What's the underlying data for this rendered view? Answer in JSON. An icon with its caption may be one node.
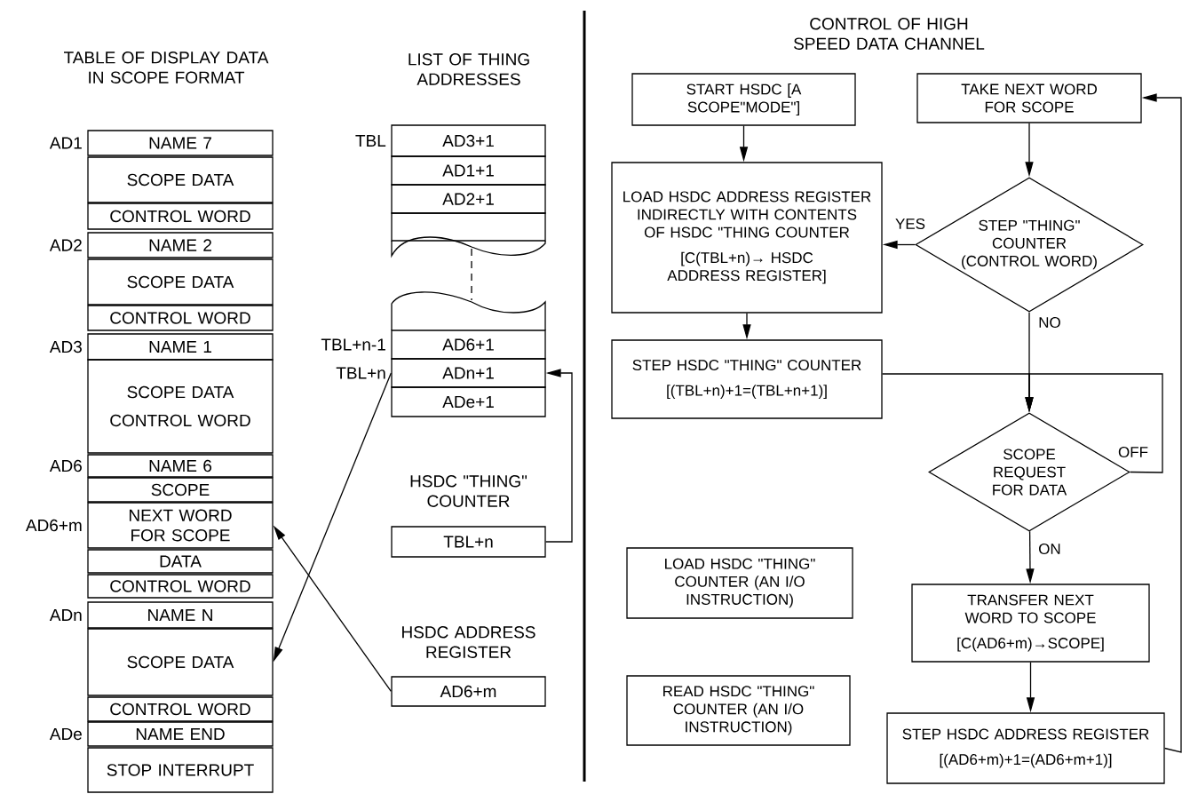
{
  "diagram": {
    "nodes": [
      {
        "text": [
          "NAME 7"
        ],
        "beside": [
          "AD1"
        ]
      },
      {
        "text": [
          "SCOPE DATA"
        ]
      },
      {
        "text": [
          "CONTROL WORD"
        ]
      },
      {
        "text": [
          "NAME 2"
        ],
        "beside": [
          "AD2"
        ]
      },
      {
        "text": [
          "SCOPE DATA"
        ]
      },
      {
        "text": [
          "CONTROL WORD"
        ]
      },
      {
        "text": [
          "NAME 1"
        ],
        "beside": [
          "AD3"
        ]
      },
      {
        "text": [
          "SCOPE DATA",
          "CONTROL WORD"
        ]
      },
      {
        "text": [
          "NAME 6"
        ],
        "beside": [
          "AD6"
        ]
      },
      {
        "text": [
          "SCOPE"
        ]
      },
      {
        "text": [
          "NEXT WORD FOR SCOPE"
        ],
        "beside": [
          "AD6+m"
        ]
      },
      {
        "text": [
          "DATA"
        ]
      },
      {
        "text": [
          "CONTROL WORD"
        ]
      },
      {
        "text": [
          "NAME N"
        ],
        "beside": [
          "ADn"
        ]
      },
      {
        "text": [
          "SCOPE DATA"
        ]
      },
      {
        "text": [
          "CONTROL WORD"
        ]
      },
      {
        "text": [
          "NAME END"
        ],
        "beside": [
          "ADe"
        ]
      },
      {
        "text": [
          "STOP INTERRUPT"
        ]
      },
      {
        "text": [
          "AD3+1"
        ],
        "beside": [
          "TBL"
        ]
      },
      {
        "text": [
          "AD1+1"
        ]
      },
      {
        "text": [
          "AD2+1"
        ]
      },
      {
        "text": [],
        "shape": "box"
      },
      {
        "text": [
          "AD6+1"
        ],
        "beside": [
          "TBL+n-1"
        ]
      },
      {
        "text": [
          "ADn+1"
        ],
        "beside": [
          "TBL+n"
        ]
      },
      {
        "text": [
          "ADe+1"
        ]
      },
      {
        "text": [
          "HSDC \"THING\" COUNTER",
          "TBL+n"
        ]
      },
      {
        "text": [
          "HSDC ADDRESS REGISTER",
          "AD6+m"
        ]
      },
      {
        "text": [
          "START HSDC [A SCOPE\"MODE\"]"
        ]
      },
      {
        "text": [
          "TAKE NEXT WORD FOR SCOPE"
        ]
      },
      {
        "text": [
          "LOAD HSDC ADDRESS REGISTER INDIRECTLY WITH CONTENTS OF HSDC \"THING COUNTER",
          "[C(TBL+n)→ HSDC ADDRESS REGISTER]"
        ]
      },
      {
        "text": [
          "STEP \"THING\" COUNTER (CONTROL WORD)"
        ]
      },
      {
        "text": [
          "STEP HSDC \"THING\" COUNTER",
          "[(TBL+n)+1=(TBL+n+1)]"
        ]
      },
      {
        "text": [
          "SCOPE REQUEST FOR DATA"
        ]
      },
      {
        "text": [
          "LOAD HSDC \"THING\" COUNTER (AN I/O INSTRUCTION)"
        ]
      },
      {
        "text": [
          "TRANSFER NEXT WORD TO SCOPE",
          "[C(AD6+m)→SCOPE]"
        ]
      },
      {
        "text": [
          "READ HSDC \"THING\" COUNTER (AN I/O INSTRUCTION)"
        ]
      },
      {
        "text": [
          "STEP HSDC ADDRESS REGISTER",
          "[(AD6+m)+1=(AD6+m+1)]"
        ]
      }
    ],
    "edges": [
      {
        "from": 27,
        "to": 29,
        "arrow": "to"
      },
      {
        "from": 28,
        "to": 30,
        "arrow": "to"
      },
      {
        "from": 30,
        "to": 29,
        "arrow": "to",
        "label": "YES"
      },
      {
        "from": 29,
        "to": 31,
        "arrow": "to"
      },
      {
        "from": 31,
        "to": 32,
        "arrow": "to"
      },
      {
        "from": 30,
        "to": 32,
        "arrow": "to",
        "label": "NO"
      },
      {
        "from": 32,
        "to": 32,
        "arrow": "to",
        "label": "OFF"
      },
      {
        "from": 32,
        "to": 34,
        "arrow": "to",
        "label": "ON"
      },
      {
        "from": 34,
        "to": 36,
        "arrow": "to"
      },
      {
        "from": 36,
        "to": 28,
        "arrow": "to"
      },
      {
        "from": 25,
        "to": 23,
        "arrow": "to"
      },
      {
        "from": 23,
        "to": 14,
        "arrow": "to"
      },
      {
        "from": 26,
        "to": 10,
        "arrow": "to"
      }
    ],
    "labels": [
      "TABLE OF DISPLAY DATA IN SCOPE FORMAT",
      "LIST OF THING ADDRESSES",
      "CONTROL OF HIGH SPEED DATA CHANNEL"
    ]
  }
}
